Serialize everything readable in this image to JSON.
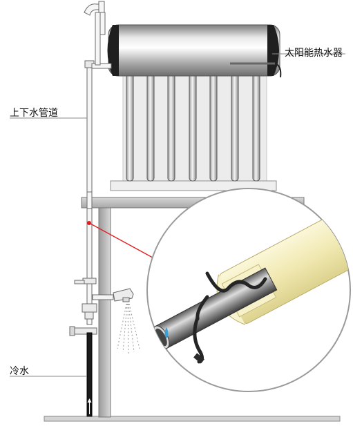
{
  "labels": {
    "solar_heater": "太阳能热水器",
    "supply_pipe": "上下水管道",
    "cold_water": "冷水"
  },
  "colors": {
    "tank_body": "#9e9e9e",
    "tank_cap": "#222222",
    "pipe_white": "#f4f4f4",
    "outline": "#555555",
    "insulation": "#f3eec0",
    "heating_cable": "#333333",
    "pointer_line": "#e02020",
    "water_drop": "#3aa0d8"
  },
  "icons": {
    "tap": "faucet-icon",
    "valve": "valve-icon",
    "water_drop": "water-drop-icon"
  }
}
